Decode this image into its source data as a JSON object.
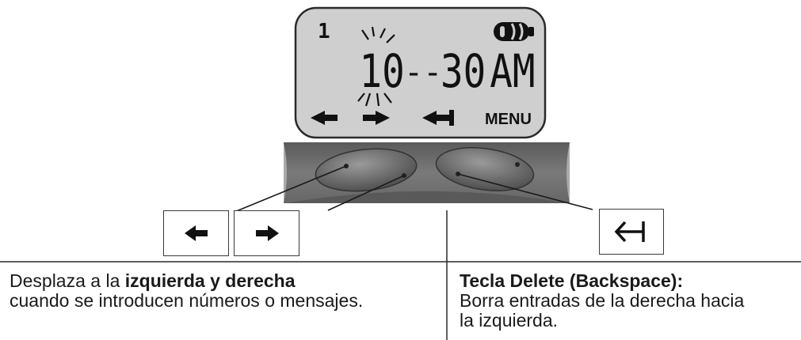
{
  "lcd": {
    "line_indicator": "1",
    "time_hour": "10",
    "time_separator": "--",
    "time_minutes": "30",
    "time_period": "AM",
    "menu_label": "MENU",
    "icons": [
      "battery-icon",
      "left-arrow-icon",
      "right-arrow-icon",
      "backspace-icon"
    ]
  },
  "keys": {
    "left": "left-arrow-icon",
    "right": "right-arrow-icon",
    "backspace": "backspace-icon"
  },
  "left_description": {
    "prefix": "Desplaza a la ",
    "bold": "izquierda y derecha",
    "line2": "cuando se introducen números o mensajes."
  },
  "right_description": {
    "title": "Tecla Delete (Backspace):",
    "line2": "Borra entradas de la derecha hacia",
    "line3": "la izquierda."
  },
  "colors": {
    "lcd_background": "#cfcfcf",
    "keypad_background": "#6e6e6e",
    "line": "#2a2a2a"
  }
}
